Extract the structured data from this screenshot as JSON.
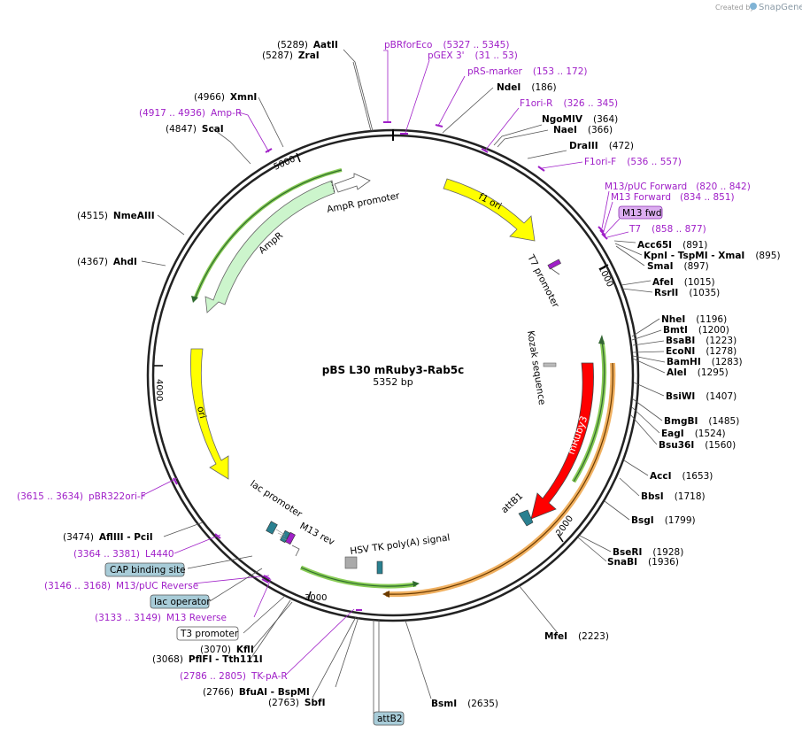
{
  "watermark": {
    "created_by": "Created by",
    "brand": "SnapGene"
  },
  "plasmid": {
    "name": "pBS L30 mRuby3-Rab5c",
    "size": "5352 bp"
  },
  "ticks": [
    "1000",
    "2000",
    "3000",
    "4000",
    "5000"
  ],
  "features": {
    "f1ori": "f1 ori",
    "t7promoter": "T7 promoter",
    "kozak": "Kozak sequence",
    "mruby3": "mRuby3",
    "attb1": "attB1",
    "hsv": "HSV TK poly(A) signal",
    "m13rev": "M13 rev",
    "lacpromoter": "lac promoter",
    "ori": "ori",
    "ampr": "AmpR",
    "amprpromoter": "AmpR promoter"
  },
  "left_labels": [
    {
      "pos": "(5289)",
      "name": "AatII"
    },
    {
      "pos": "(5287)",
      "name": "ZraI"
    },
    {
      "pos": "(4966)",
      "name": "XmnI"
    },
    {
      "pos": "(4917 .. 4936)",
      "name": "Amp-R",
      "primer": true
    },
    {
      "pos": "(4847)",
      "name": "ScaI"
    },
    {
      "pos": "(4515)",
      "name": "NmeAIII"
    },
    {
      "pos": "(4367)",
      "name": "AhdI"
    },
    {
      "pos": "(3615 .. 3634)",
      "name": "pBR322ori-F",
      "primer": true
    },
    {
      "pos": "(3474)",
      "name": "AflIII",
      "extra": "PciI"
    },
    {
      "pos": "(3364 .. 3381)",
      "name": "L4440",
      "primer": true
    },
    {
      "pos": "(3146 .. 3168)",
      "name": "M13/pUC Reverse",
      "primer": true
    },
    {
      "pos": "(3133 .. 3149)",
      "name": "M13 Reverse",
      "primer": true
    },
    {
      "pos": "(3070)",
      "name": "KflI"
    },
    {
      "pos": "(3068)",
      "name": "PflFI",
      "extra": "Tth111I"
    },
    {
      "pos": "(2786 .. 2805)",
      "name": "TK-pA-R",
      "primer": true
    },
    {
      "pos": "(2766)",
      "name": "BfuAI",
      "extra": "BspMI"
    },
    {
      "pos": "(2763)",
      "name": "SbfI"
    }
  ],
  "boxes": {
    "cap": "CAP binding site",
    "lacop": "lac operator",
    "t3": "T3 promoter",
    "attb2": "attB2",
    "m13fwd": "M13 fwd"
  },
  "top_labels": [
    {
      "name": "pBRforEco",
      "pos": "(5327 .. 5345)",
      "primer": true
    },
    {
      "name": "pGEX 3'",
      "pos": "(31 .. 53)",
      "primer": true
    },
    {
      "name": "pRS-marker",
      "pos": "(153 .. 172)",
      "primer": true
    },
    {
      "name": "NdeI",
      "pos": "(186)"
    },
    {
      "name": "F1ori-R",
      "pos": "(326 .. 345)",
      "primer": true
    },
    {
      "name": "NgoMIV",
      "pos": "(364)"
    },
    {
      "name": "NaeI",
      "pos": "(366)"
    },
    {
      "name": "DraIII",
      "pos": "(472)"
    },
    {
      "name": "F1ori-F",
      "pos": "(536 .. 557)",
      "primer": true
    },
    {
      "name": "M13/pUC Forward",
      "pos": "(820 .. 842)",
      "primer": true
    },
    {
      "name": "M13 Forward",
      "pos": "(834 .. 851)",
      "primer": true
    },
    {
      "name": "T7",
      "pos": "(858 .. 877)",
      "primer": true
    }
  ],
  "right_labels": [
    {
      "name": "Acc65I",
      "pos": "(891)"
    },
    {
      "name": "KpnI",
      "mid": "TspMI",
      "extra": "XmaI",
      "pos": "(895)"
    },
    {
      "name": "SmaI",
      "pos": "(897)"
    },
    {
      "name": "AfeI",
      "pos": "(1015)"
    },
    {
      "name": "RsrII",
      "pos": "(1035)"
    },
    {
      "name": "NheI",
      "pos": "(1196)"
    },
    {
      "name": "BmtI",
      "pos": "(1200)"
    },
    {
      "name": "BsaBI",
      "pos": "(1223)"
    },
    {
      "name": "EcoNI",
      "pos": "(1278)"
    },
    {
      "name": "BamHI",
      "pos": "(1283)"
    },
    {
      "name": "AleI",
      "pos": "(1295)"
    },
    {
      "name": "BsiWI",
      "pos": "(1407)"
    },
    {
      "name": "BmgBI",
      "pos": "(1485)"
    },
    {
      "name": "EagI",
      "pos": "(1524)"
    },
    {
      "name": "Bsu36I",
      "pos": "(1560)"
    },
    {
      "name": "AccI",
      "pos": "(1653)"
    },
    {
      "name": "BbsI",
      "pos": "(1718)"
    },
    {
      "name": "BsgI",
      "pos": "(1799)"
    },
    {
      "name": "BseRI",
      "pos": "(1928)"
    },
    {
      "name": "SnaBI",
      "pos": "(1936)"
    },
    {
      "name": "MfeI",
      "pos": "(2223)"
    },
    {
      "name": "BsmI",
      "pos": "(2635)"
    }
  ],
  "colors": {
    "f1ori": "#ffff00",
    "ori": "#ffff00",
    "mruby3": "#ff0000",
    "ampr": "#ccf5cc",
    "primer": "#a020c8",
    "box_blue": "#a8ccd8"
  }
}
